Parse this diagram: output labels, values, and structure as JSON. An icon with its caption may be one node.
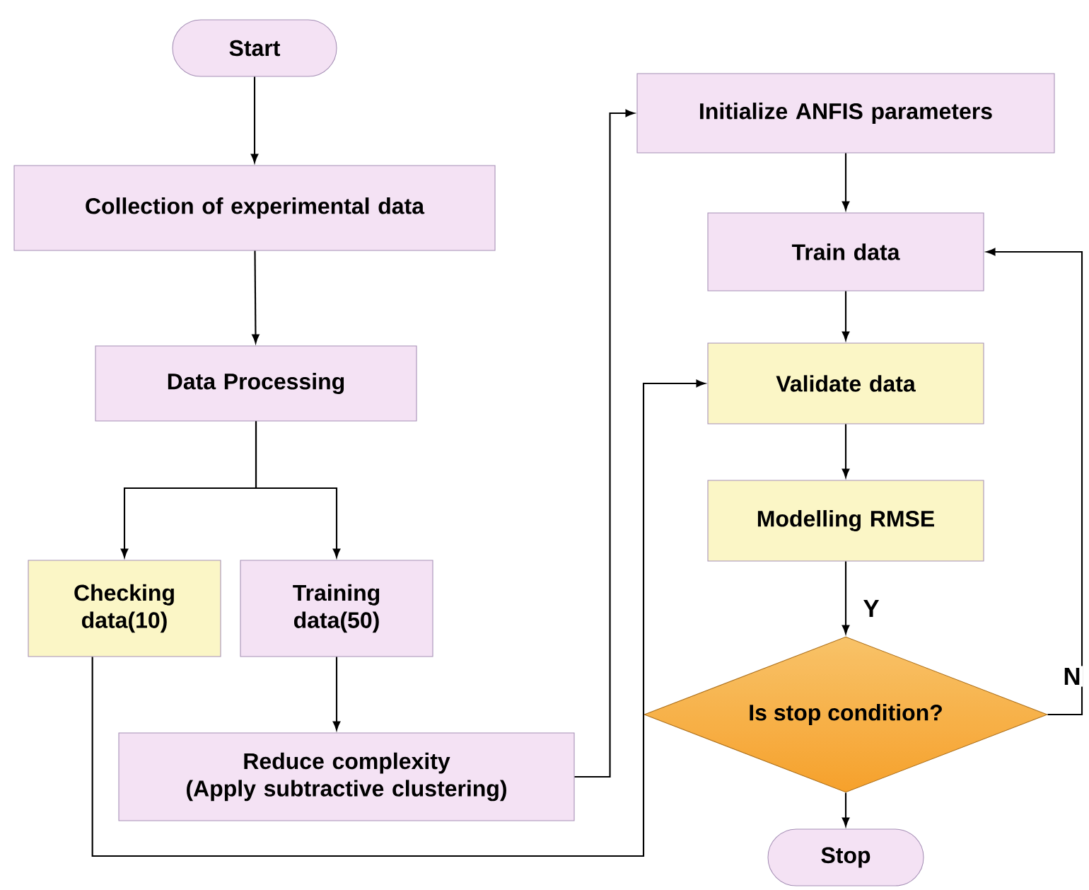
{
  "diagram": {
    "nodes": [
      {
        "text": [
          "Start"
        ]
      },
      {
        "text": [
          "Collection of experimental data"
        ]
      },
      {
        "text": [
          "Data Processing"
        ]
      },
      {
        "text": [
          "Checking data(10)"
        ]
      },
      {
        "text": [
          "Training data(50)"
        ]
      },
      {
        "text": [
          "Reduce complexity",
          "(Apply subtractive clustering)"
        ]
      },
      {
        "text": [
          "Initialize ANFIS parameters"
        ]
      },
      {
        "text": [
          "Train data"
        ]
      },
      {
        "text": [
          "Validate data"
        ]
      },
      {
        "text": [
          "Modelling RMSE"
        ]
      },
      {
        "text": [
          "Is stop condition?"
        ]
      },
      {
        "text": [
          "Stop"
        ]
      }
    ],
    "edges": [
      {
        "from": 0,
        "to": 1,
        "arrow": "to"
      },
      {
        "from": 1,
        "to": 2,
        "arrow": "to"
      },
      {
        "from": 2,
        "to": 3,
        "arrow": "to"
      },
      {
        "from": 2,
        "to": 4,
        "arrow": "to"
      },
      {
        "from": 4,
        "to": 5,
        "arrow": "to"
      },
      {
        "from": 5,
        "to": 6,
        "arrow": "to"
      },
      {
        "from": 3,
        "to": 8,
        "arrow": "to"
      },
      {
        "from": 6,
        "to": 7,
        "arrow": "to"
      },
      {
        "from": 7,
        "to": 8,
        "arrow": "to"
      },
      {
        "from": 8,
        "to": 9,
        "arrow": "to"
      },
      {
        "from": 9,
        "to": 10,
        "arrow": "to",
        "label": "Y"
      },
      {
        "from": 10,
        "to": 11,
        "arrow": "to"
      },
      {
        "from": 10,
        "to": 7,
        "arrow": "to",
        "label": "N"
      }
    ]
  }
}
